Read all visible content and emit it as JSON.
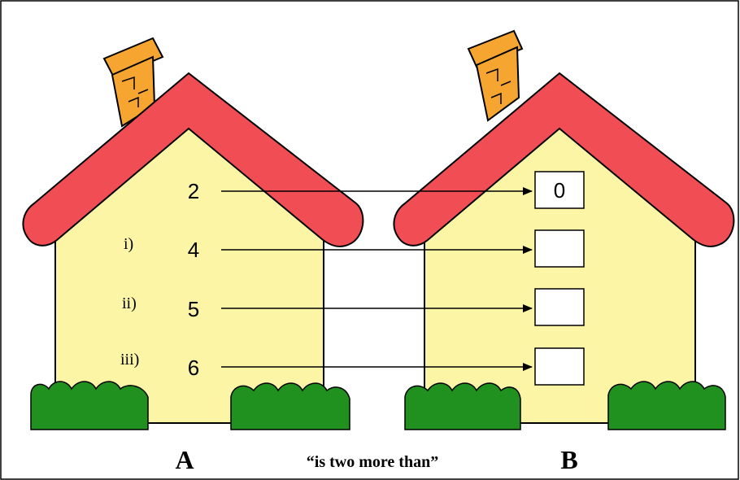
{
  "houses": {
    "a": {
      "label": "A",
      "items": [
        {
          "marker": "",
          "value": "2"
        },
        {
          "marker": "i)",
          "value": "4"
        },
        {
          "marker": "ii)",
          "value": "5"
        },
        {
          "marker": "iii)",
          "value": "6"
        }
      ]
    },
    "b": {
      "label": "B",
      "answers": [
        "0",
        "",
        "",
        ""
      ]
    }
  },
  "relation": "“is two more than”",
  "colors": {
    "wall": "#fdf5a6",
    "roof": "#f04d55",
    "chimney": "#f6a530",
    "bush": "#20901f",
    "outline": "#000000"
  }
}
